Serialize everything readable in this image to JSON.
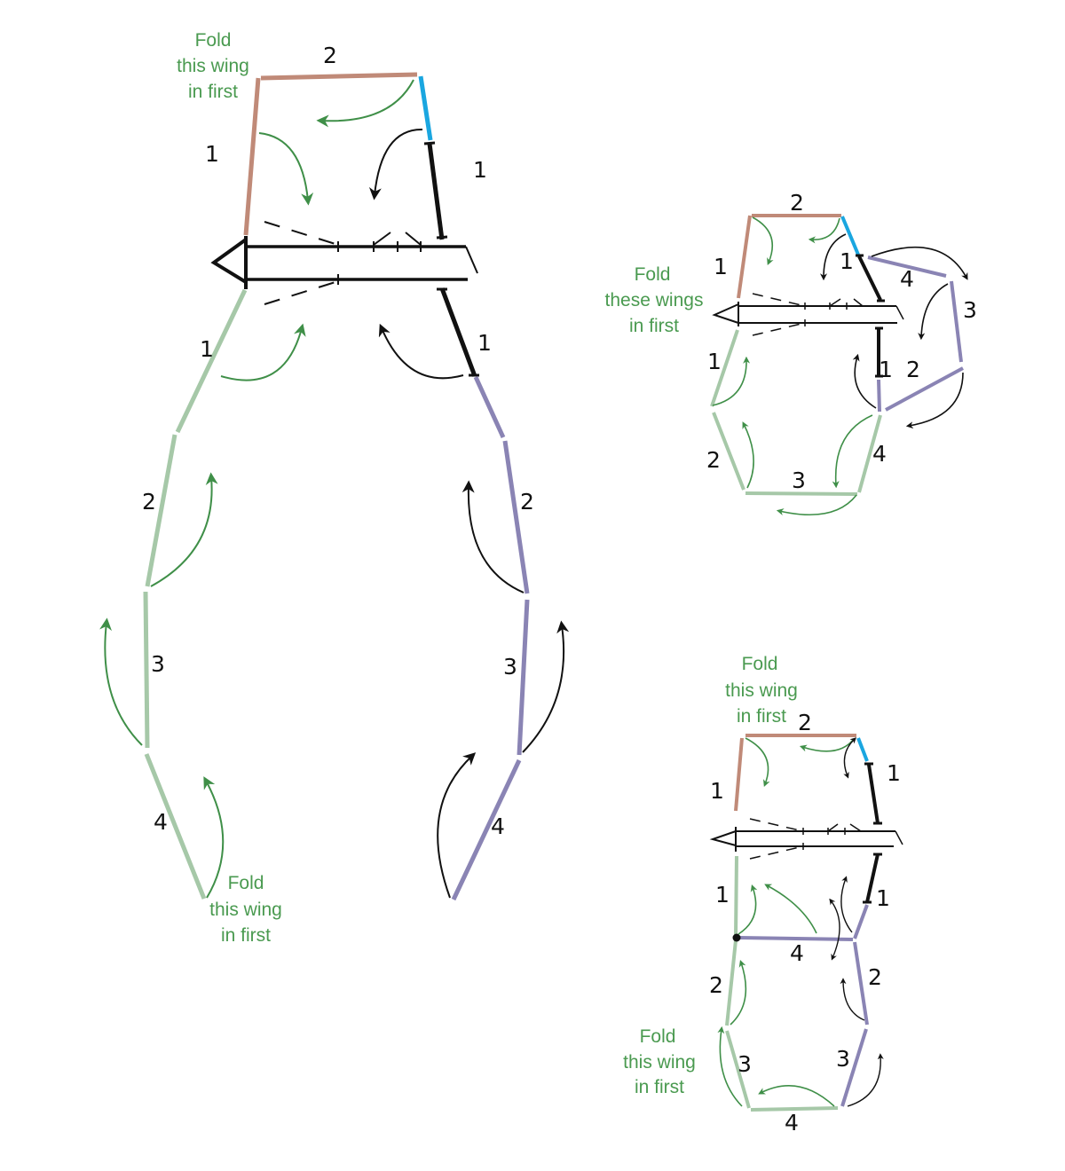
{
  "colors": {
    "brown": "#c08a78",
    "blue": "#1aa6e0",
    "black": "#111111",
    "green_seg": "#a6c8a8",
    "purple_seg": "#8a84b4",
    "green_arrow": "#3f8f48",
    "black_arrow": "#111111"
  },
  "notes": {
    "main_top": [
      "Fold",
      "this wing",
      "in first"
    ],
    "main_bottom": [
      "Fold",
      "this wing",
      "in first"
    ],
    "mid": [
      "Fold",
      "these wings",
      "in first"
    ],
    "low_top": [
      "Fold",
      "this wing",
      "in first"
    ],
    "low_bottom": [
      "Fold",
      "this wing",
      "in first"
    ]
  },
  "labels": {
    "main": {
      "brown_1": "1",
      "brown_2": "2",
      "black_top_1": "1",
      "black_bot_1": "1",
      "green_1": "1",
      "green_2": "2",
      "green_3": "3",
      "green_4": "4",
      "purple_2": "2",
      "purple_3": "3",
      "purple_4": "4"
    },
    "mid": {
      "brown_1": "1",
      "brown_2": "2",
      "black_top_1": "1",
      "black_bot_1": "1",
      "purple_4": "4",
      "purple_3": "3",
      "purple_2": "2",
      "green_1": "1",
      "green_2": "2",
      "green_3": "3",
      "green_4": "4"
    },
    "low": {
      "brown_1": "1",
      "brown_2": "2",
      "black_top_1": "1",
      "black_bot_1": "1",
      "green_1": "1",
      "green_2": "2",
      "green_3": "3",
      "green_4": "4",
      "purple_4": "4",
      "purple_2": "2",
      "purple_3": "3"
    }
  }
}
